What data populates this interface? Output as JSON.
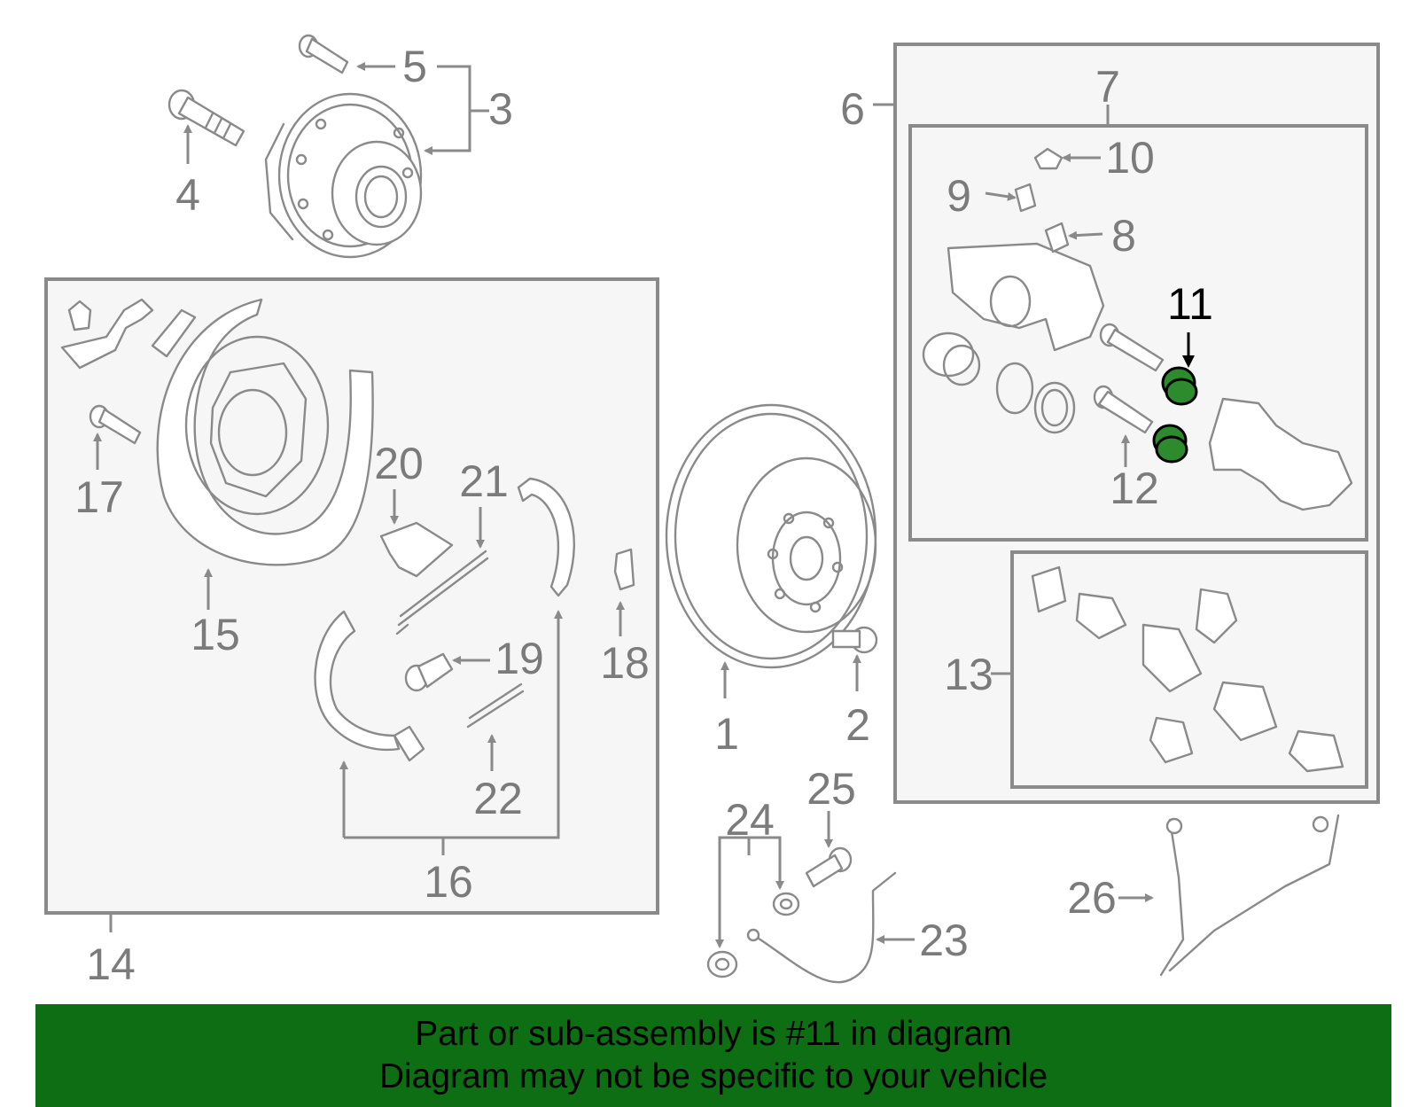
{
  "diagram": {
    "callouts": [
      "1",
      "2",
      "3",
      "4",
      "5",
      "6",
      "7",
      "8",
      "9",
      "10",
      "11",
      "12",
      "13",
      "14",
      "15",
      "16",
      "17",
      "18",
      "19",
      "20",
      "21",
      "22",
      "23",
      "24",
      "25",
      "26"
    ],
    "highlighted_callout": "11",
    "highlight_color": "#2d8a2d"
  },
  "banner": {
    "line1": "Part or sub-assembly is #11 in diagram",
    "line2": "Diagram may not be specific to your vehicle",
    "background": "#0d6e14"
  }
}
